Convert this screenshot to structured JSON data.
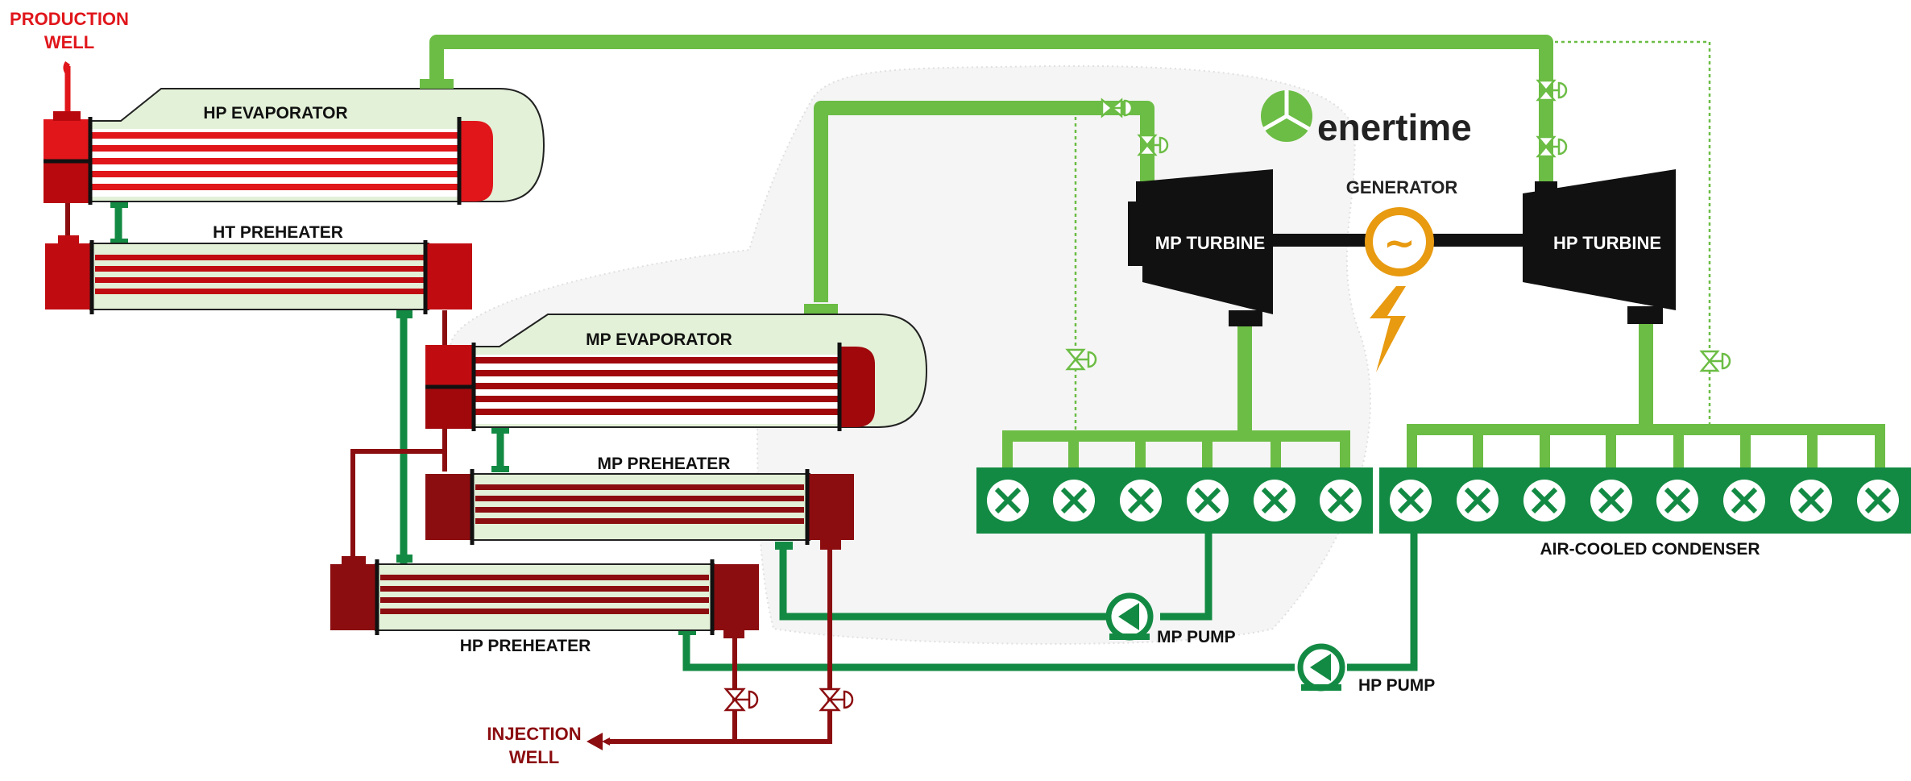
{
  "labels": {
    "production_well": [
      "PRODUCTION",
      "WELL"
    ],
    "injection_well": [
      "INJECTION",
      "WELL"
    ],
    "hp_evaporator": "HP EVAPORATOR",
    "ht_preheater": "HT PREHEATER",
    "mp_evaporator": "MP EVAPORATOR",
    "mp_preheater": "MP PREHEATER",
    "hp_preheater": "HP PREHEATER",
    "mp_turbine": "MP TURBINE",
    "hp_turbine": "HP TURBINE",
    "generator": "GENERATOR",
    "generator_symbol": "~",
    "air_cooled_condenser": "AIR-COOLED CONDENSER",
    "mp_pump": "MP PUMP",
    "hp_pump": "HP PUMP"
  },
  "logo": {
    "text": "enertime"
  },
  "colors": {
    "vapor_green": "#6cbd45",
    "liquid_green": "#138a43",
    "brine_red": "#e0161b",
    "brine_dark_red": "#8b0d10",
    "turbine_black": "#111111",
    "generator_orange": "#e89a10",
    "vessel_fill": "#e3f1d8"
  },
  "icons": [
    "valve-icon",
    "pump-icon",
    "fan-icon",
    "lightning-icon",
    "generator-icon",
    "logo-icon"
  ]
}
